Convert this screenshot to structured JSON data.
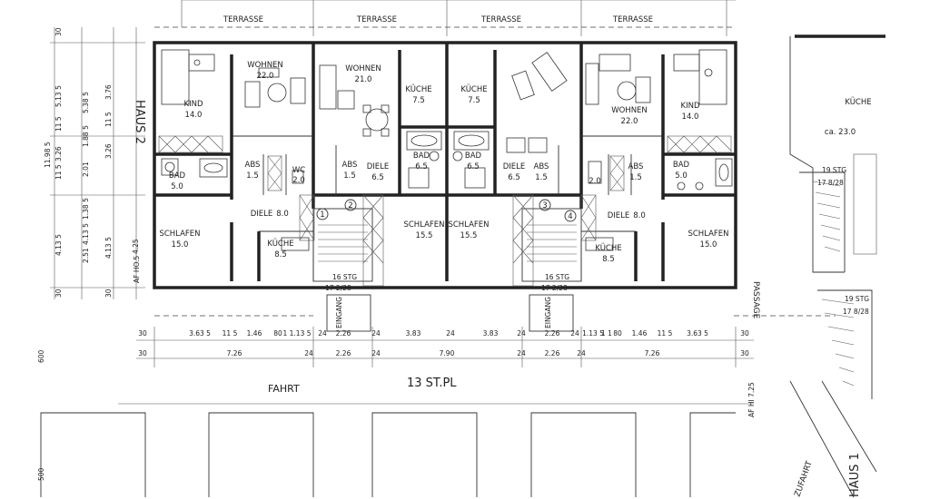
{
  "terraces": [
    "TERRASSE",
    "TERRASSE",
    "TERRASSE",
    "TERRASSE"
  ],
  "rooms": [
    {
      "name": "KIND",
      "area": "14.0"
    },
    {
      "name": "WOHNEN",
      "area": "22.0"
    },
    {
      "name": "WOHNEN",
      "area": "21.0"
    },
    {
      "name": "KÜCHE",
      "area": "7.5"
    },
    {
      "name": "KÜCHE",
      "area": "7.5"
    },
    {
      "name": "WOHNEN",
      "area": "22.0"
    },
    {
      "name": "KIND",
      "area": "14.0"
    },
    {
      "name": "BAD",
      "area": "5.0"
    },
    {
      "name": "ABS",
      "area": "1.5"
    },
    {
      "name": "WC",
      "area": "2.0"
    },
    {
      "name": "ABS",
      "area": "1.5"
    },
    {
      "name": "DIELE",
      "area": "6.5"
    },
    {
      "name": "BAD",
      "area": "6.5"
    },
    {
      "name": "BAD",
      "area": "6.5"
    },
    {
      "name": "DIELE",
      "area": "6.5"
    },
    {
      "name": "ABS",
      "area": "1.5"
    },
    {
      "name": "ABS",
      "area": "1.5"
    },
    {
      "name": "BAD",
      "area": "5.0"
    },
    {
      "name": "DIELE",
      "area": "8.0"
    },
    {
      "name": "DIELE",
      "area": "8.0"
    },
    {
      "name": "SCHLAFEN",
      "area": "15.0"
    },
    {
      "name": "KÜCHE",
      "area": "8.5"
    },
    {
      "name": "SCHLAFEN",
      "area": "15.5"
    },
    {
      "name": "SCHLAFEN",
      "area": "15.5"
    },
    {
      "name": "KÜCHE",
      "area": "8.5"
    },
    {
      "name": "SCHLAFEN",
      "area": "15.0"
    }
  ],
  "wc_small_area": "2.0",
  "unit_markers": [
    "1",
    "2",
    "3",
    "4"
  ],
  "stairs": [
    {
      "label": "16 STG",
      "rise": "17 2/28"
    },
    {
      "label": "16 STG",
      "rise": "17 2/28"
    }
  ],
  "entrance_label": "EINGANG",
  "house_label_left": "HAUS 2",
  "house_label_right": "HAUS 1",
  "passage_label": "PASSAGE",
  "fahrt_label": "FAHRT",
  "parking_label": "13 ST.PL",
  "zufahrt_label": "ZUFAHRT",
  "af_left": "AF HO.5",
  "af_right": "AF HI 7.25",
  "neighbor": {
    "kitchen": "KÜCHE",
    "area": "ca. 23.0",
    "stairs": "19 STG",
    "rise": "17 8/28"
  },
  "dim_row1": [
    "30",
    "3.63 5",
    "11 5",
    "1.46",
    "80",
    "1 1.13 5",
    "24",
    "2.26",
    "24",
    "3.83",
    "24",
    "3.83",
    "24",
    "2.26",
    "24",
    "1.13 5",
    "1 1",
    "80",
    "1.46",
    "11 5",
    "3.63 5",
    "30"
  ],
  "dim_row2": [
    "30",
    "7.26",
    "24",
    "2.26",
    "24",
    "7.90",
    "24",
    "2.26",
    "24",
    "7.26",
    "30"
  ],
  "left_dims_a": [
    "30",
    "5.13 5",
    "11 5",
    "3.26",
    "11 5",
    "2.01",
    "1.38 5",
    "2.51",
    "11 5",
    "4.13 5",
    "30"
  ],
  "left_dims_b": [
    "3.76",
    "11 5",
    "3.26",
    "1.88 5",
    "11 5",
    "4.13 5",
    "4.25",
    "30"
  ],
  "left_dims_c": [
    "11.98 5",
    "5.38 5",
    "4.13 5"
  ],
  "row_heights": [
    "600",
    "500"
  ]
}
